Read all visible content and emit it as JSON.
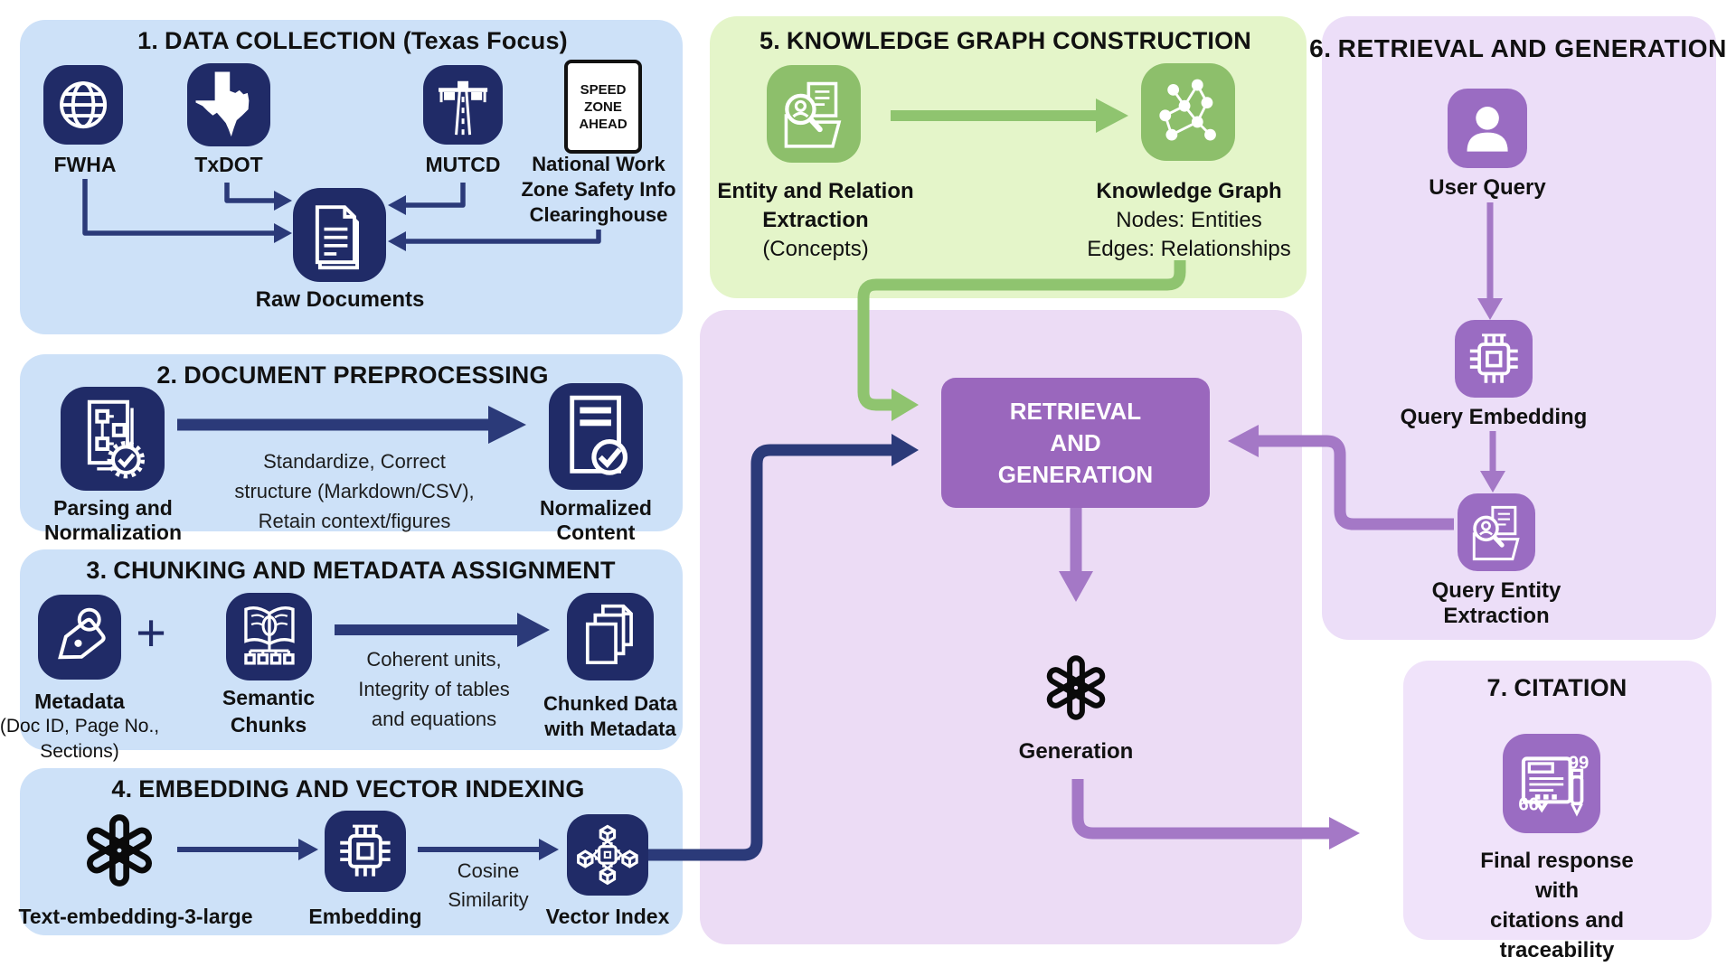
{
  "colors": {
    "text": "#111111",
    "blue_panel": "#cde1f8",
    "navy_icon": "#202b67",
    "navy_arrow": "#2b3a79",
    "green_panel": "#e4f5c9",
    "green_icon": "#8dbf6b",
    "green_arrow": "#8fc46f",
    "purple_panel_center": "#ecdcf5",
    "purple_panel_right": "#ecdef8",
    "purple_panel_cite": "#f0e3fa",
    "purple_box": "#9a67bd",
    "purple_icon": "#9a6cc2",
    "purple_arrow": "#a478c6"
  },
  "box1": {
    "num": "1.",
    "title": "DATA COLLECTION (Texas Focus)",
    "fwha": "FWHA",
    "txdot": "TxDOT",
    "mutcd": "MUTCD",
    "sign": "SPEED\nZONE\nAHEAD",
    "clearinghouse": "National Work\nZone Safety Info\nClearinghouse",
    "raw_documents": "Raw Documents"
  },
  "box2": {
    "num": "2.",
    "title": "DOCUMENT PREPROCESSING",
    "parsing": "Parsing and\nNormalization",
    "note": "Standardize, Correct\nstructure (Markdown/CSV),\nRetain context/figures",
    "normalized": "Normalized\nContent"
  },
  "box3": {
    "num": "3.",
    "title": "CHUNKING AND METADATA ASSIGNMENT",
    "metadata": "Metadata",
    "metadata_sub": "(Doc ID, Page No.,\nSections)",
    "plus": "+",
    "semantic": "Semantic\nChunks",
    "note": "Coherent units,\nIntegrity of tables\nand equations",
    "chunked": "Chunked Data\nwith Metadata"
  },
  "box4": {
    "num": "4.",
    "title": "EMBEDDING AND VECTOR  INDEXING",
    "model": "Text-embedding-3-large",
    "embedding": "Embedding",
    "note": "Cosine\nSimilarity",
    "vector": "Vector Index"
  },
  "box5": {
    "num": "5.",
    "title": "KNOWLEDGE GRAPH CONSTRUCTION",
    "extraction": "Entity and Relation\nExtraction",
    "extraction_sub": "(Concepts)",
    "kg": "Knowledge Graph",
    "kg_sub": "Nodes: Entities\nEdges: Relationships"
  },
  "box6": {
    "num": "6.",
    "title": "RETRIEVAL AND GENERATION",
    "user": "User Query",
    "query_embedding": "Query Embedding",
    "query_entity": "Query Entity Extraction"
  },
  "box7": {
    "num": "7.",
    "title": "CITATION",
    "final": "Final response with\ncitations and traceability"
  },
  "center": {
    "retrieval": "RETRIEVAL\nAND\nGENERATION",
    "generation": "Generation"
  }
}
